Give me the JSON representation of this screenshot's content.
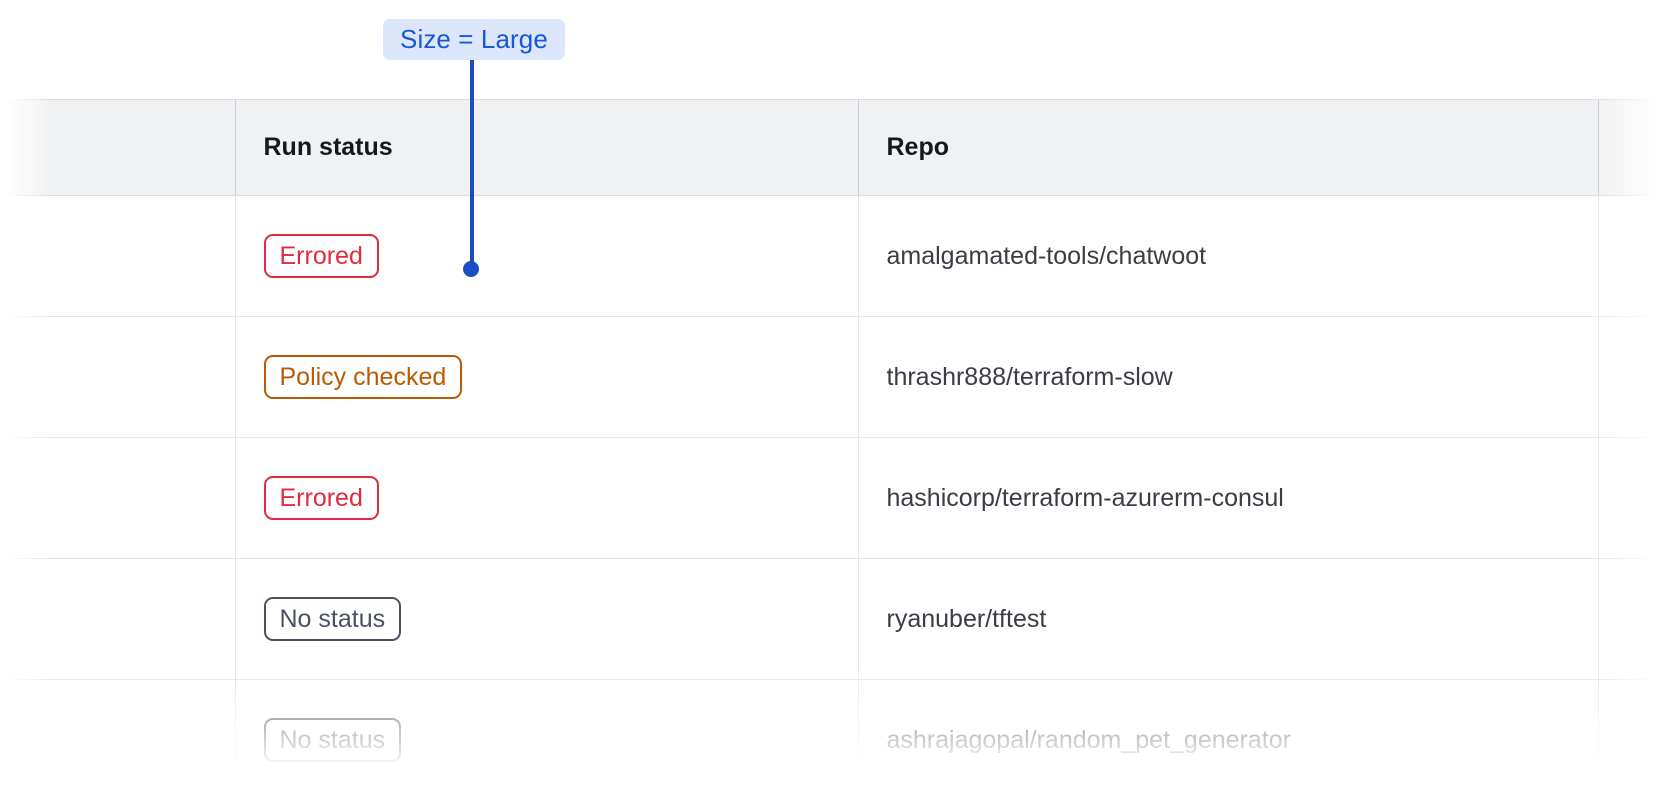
{
  "annotation": {
    "label": "Size = Large",
    "accent_color": "#1a4fc4",
    "pill_bg": "#dce7fb",
    "pill_text_color": "#1a56db",
    "points_to": "run-status-badge-row-1"
  },
  "table": {
    "columns": [
      {
        "key": "lead",
        "label": ""
      },
      {
        "key": "first",
        "label": ""
      },
      {
        "key": "status",
        "label": "Run status"
      },
      {
        "key": "repo",
        "label": "Repo"
      },
      {
        "key": "tail",
        "label": ""
      }
    ],
    "header": {
      "run_status": "Run status",
      "repo": "Repo"
    },
    "rows": [
      {
        "status": "Errored",
        "status_variant": "errored",
        "status_color": "#e02c3e",
        "repo": "amalgamated-tools/chatwoot"
      },
      {
        "status": "Policy checked",
        "status_variant": "policy-checked",
        "status_color": "#bb5a00",
        "repo": "thrashr888/terraform-slow"
      },
      {
        "status": "Errored",
        "status_variant": "errored",
        "status_color": "#e02c3e",
        "repo": "hashicorp/terraform-azurerm-consul"
      },
      {
        "status": "No status",
        "status_variant": "no-status",
        "status_color": "#4b5162",
        "repo": "ryanuber/tftest"
      },
      {
        "status": "No status",
        "status_variant": "no-status",
        "status_color": "#4b5162",
        "repo": "ashrajagopal/random_pet_generator"
      }
    ]
  },
  "theme": {
    "header_bg": "#f0f1f2",
    "row_bg": "#ffffff",
    "border": "#e4e6e8",
    "text": "#3b3d45",
    "header_text": "#16191c"
  }
}
